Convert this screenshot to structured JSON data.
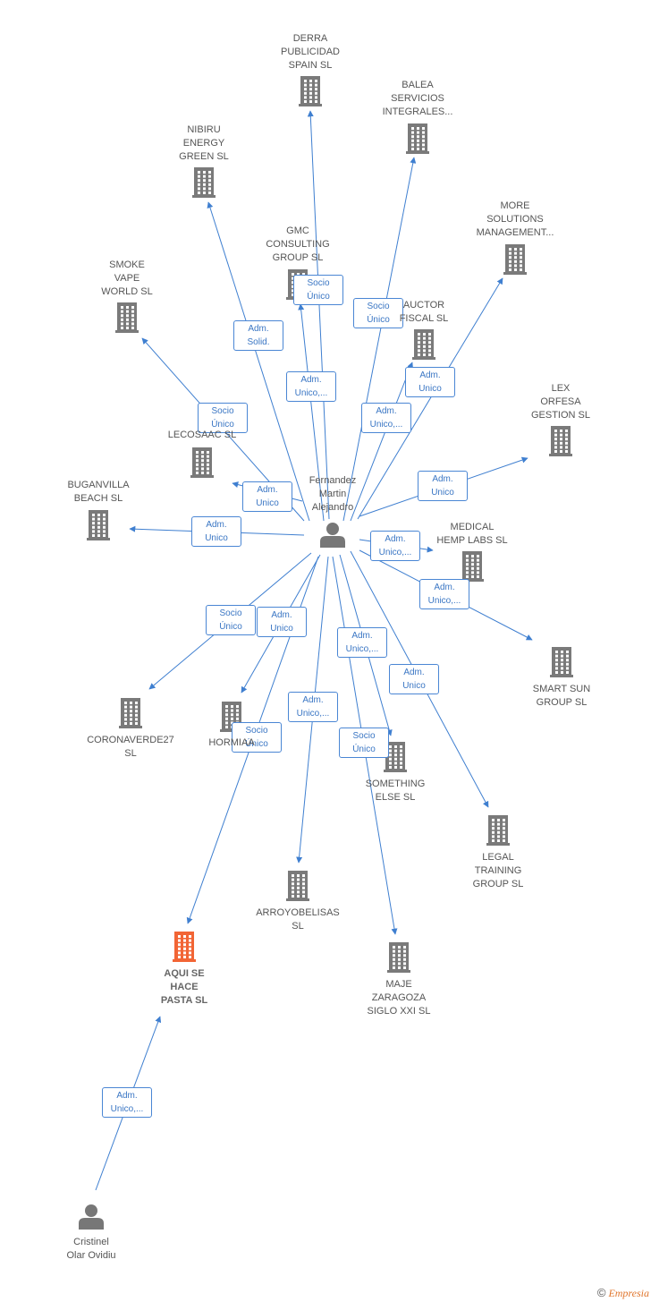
{
  "colors": {
    "building": "#7a7a7a",
    "building_focus": "#f26535",
    "person": "#777777",
    "edge": "#3f7fd0"
  },
  "nodes": [
    {
      "id": "fernandez",
      "kind": "person",
      "label": "Fernandez\nMartin\nAlejandro"
    },
    {
      "id": "cristinel",
      "kind": "person",
      "label": "Cristinel\nOlar Ovidiu"
    },
    {
      "id": "derra",
      "kind": "company",
      "label": "DERRA\nPUBLICIDAD\nSPAIN  SL"
    },
    {
      "id": "balea",
      "kind": "company",
      "label": "BALEA\nSERVICIOS\nINTEGRALES..."
    },
    {
      "id": "nibiru",
      "kind": "company",
      "label": "NIBIRU\nENERGY\nGREEN  SL"
    },
    {
      "id": "more",
      "kind": "company",
      "label": "MORE\nSOLUTIONS\nMANAGEMENT..."
    },
    {
      "id": "gmc",
      "kind": "company",
      "label": "GMC\nCONSULTING\nGROUP  SL"
    },
    {
      "id": "smoke",
      "kind": "company",
      "label": "SMOKE\nVAPE\nWORLD  SL"
    },
    {
      "id": "auctor",
      "kind": "company",
      "label": "AUCTOR\nFISCAL  SL"
    },
    {
      "id": "lex",
      "kind": "company",
      "label": "LEX\nORFESA\nGESTION  SL"
    },
    {
      "id": "lecosaac",
      "kind": "company",
      "label": "LECOSAAC  SL"
    },
    {
      "id": "buganvilla",
      "kind": "company",
      "label": "BUGANVILLA\nBEACH  SL"
    },
    {
      "id": "medical",
      "kind": "company",
      "label": "MEDICAL\nHEMP LABS  SL"
    },
    {
      "id": "smartsun",
      "kind": "company",
      "label": "SMART SUN\nGROUP  SL"
    },
    {
      "id": "coronaverde",
      "kind": "company",
      "label": "CORONAVERDE27\nSL"
    },
    {
      "id": "hormiaa",
      "kind": "company",
      "label": "HORMIAA"
    },
    {
      "id": "something",
      "kind": "company",
      "label": "SOMETHING\nELSE  SL"
    },
    {
      "id": "legal",
      "kind": "company",
      "label": "LEGAL\nTRAINING\nGROUP  SL"
    },
    {
      "id": "arroyo",
      "kind": "company",
      "label": "ARROYOBELISAS\nSL"
    },
    {
      "id": "aqui",
      "kind": "company",
      "focus": true,
      "label": "AQUI SE\nHACE\nPASTA  SL"
    },
    {
      "id": "maje",
      "kind": "company",
      "label": "MAJE\nZARAGOZA\nSIGLO XXI SL"
    }
  ],
  "edges": [
    {
      "from": "fernandez",
      "to": "derra",
      "label": "Socio\nÚnico"
    },
    {
      "from": "fernandez",
      "to": "balea",
      "label": "Socio\nÚnico"
    },
    {
      "from": "fernandez",
      "to": "nibiru",
      "label": "Adm.\nSolid."
    },
    {
      "from": "fernandez",
      "to": "gmc",
      "label": "Adm.\nUnico,..."
    },
    {
      "from": "fernandez",
      "to": "more",
      "label": "Adm.\nUnico"
    },
    {
      "from": "fernandez",
      "to": "auctor",
      "label": "Adm.\nUnico,..."
    },
    {
      "from": "fernandez",
      "to": "smoke",
      "label": "Socio\nÚnico"
    },
    {
      "from": "fernandez",
      "to": "lecosaac",
      "label": "Adm.\nUnico"
    },
    {
      "from": "fernandez",
      "to": "lex",
      "label": "Adm.\nUnico"
    },
    {
      "from": "fernandez",
      "to": "buganvilla",
      "label": "Adm.\nUnico"
    },
    {
      "from": "fernandez",
      "to": "medical",
      "label": "Adm.\nUnico,..."
    },
    {
      "from": "fernandez",
      "to": "smartsun",
      "label": "Adm.\nUnico,..."
    },
    {
      "from": "fernandez",
      "to": "coronaverde",
      "label": "Socio\nÚnico"
    },
    {
      "from": "fernandez",
      "to": "hormiaa",
      "label": "Adm.\nUnico"
    },
    {
      "from": "fernandez",
      "to": "something",
      "label": "Adm.\nUnico,..."
    },
    {
      "from": "fernandez",
      "to": "legal",
      "label": "Adm.\nUnico"
    },
    {
      "from": "fernandez",
      "to": "aqui",
      "label": "Socio\nÚnico"
    },
    {
      "from": "fernandez",
      "to": "arroyo",
      "label": "Adm.\nUnico,..."
    },
    {
      "from": "fernandez",
      "to": "maje",
      "label": "Socio\nÚnico"
    },
    {
      "from": "cristinel",
      "to": "aqui",
      "label": "Adm.\nUnico,..."
    }
  ],
  "brand": {
    "symbol": "©",
    "name": "Empresia"
  }
}
